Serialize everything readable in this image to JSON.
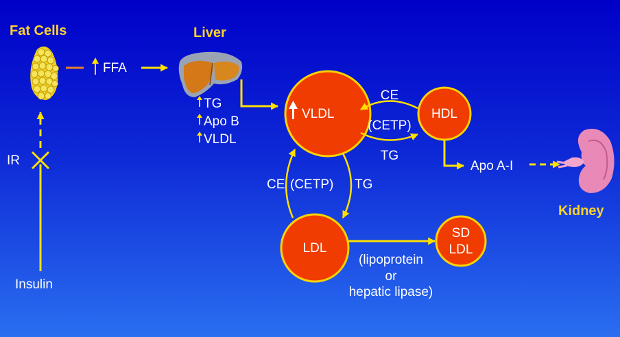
{
  "labels": {
    "fat_cells": "Fat Cells",
    "liver": "Liver",
    "kidney": "Kidney",
    "ffa": "FFA",
    "tg": "TG",
    "apo_b": "Apo B",
    "vldl_liver": "VLDL",
    "ir": "IR",
    "insulin": "Insulin",
    "ce_top": "CE",
    "cetp_top": "(CETP)",
    "tg_top": "TG",
    "ce_left": "CE",
    "cetp_mid": "(CETP)",
    "tg_right": "TG",
    "apo_ai": "Apo A-I",
    "lipo_1": "(lipoprotein",
    "lipo_2": "or",
    "lipo_3": "hepatic lipase)"
  },
  "nodes": {
    "vldl": "VLDL",
    "hdl": "HDL",
    "ldl": "LDL",
    "sd_1": "SD",
    "sd_2": "LDL"
  },
  "colors": {
    "background_top": "#0000c8",
    "background_bottom": "#2a6ef0",
    "node_fill": "#f03c00",
    "node_stroke": "#ffd200",
    "arrow": "#ffe000",
    "inhibit_line": "#e8802a",
    "heading_text": "#ffd42a",
    "body_text": "#ffffff"
  },
  "icons": {
    "fat_cells": "fat-cell-cluster-icon",
    "liver": "liver-icon",
    "kidney": "kidney-icon"
  }
}
